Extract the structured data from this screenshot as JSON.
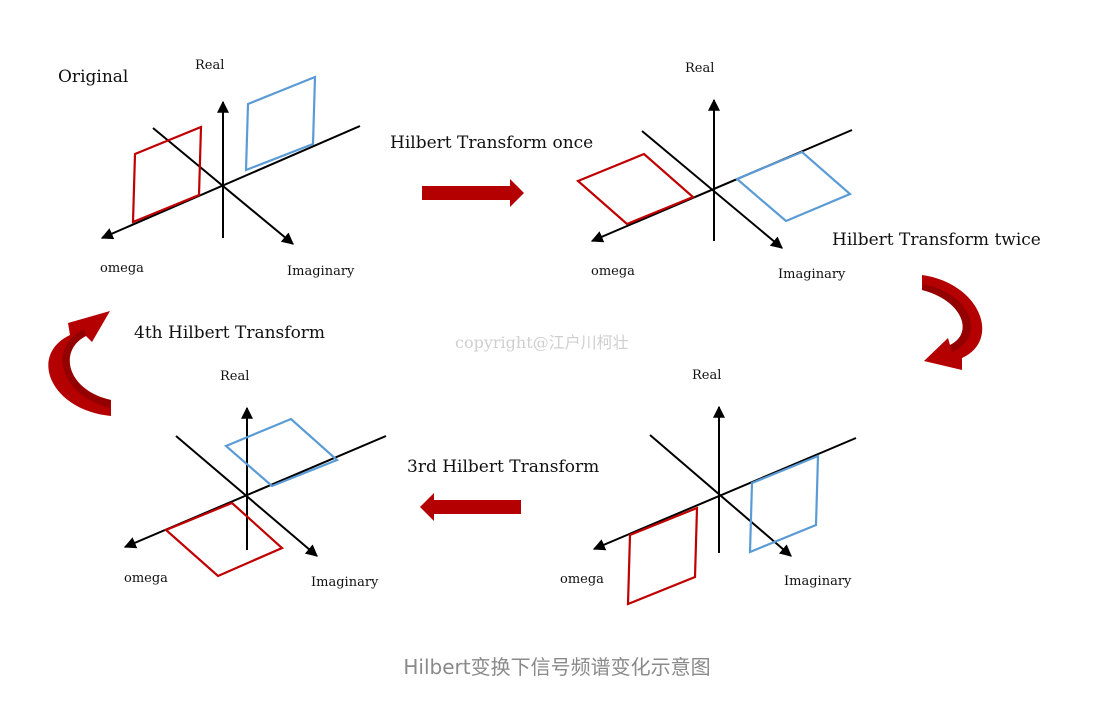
{
  "labels": {
    "original": "Original",
    "step1": "Hilbert Transform once",
    "step2": "Hilbert Transform twice",
    "step3": "3rd Hilbert Transform",
    "step4": "4th Hilbert Transform"
  },
  "axis_labels": {
    "real": "Real",
    "imaginary": "Imaginary",
    "omega": "omega"
  },
  "watermark": "copyright@江户川柯壮",
  "caption": "Hilbert变换下信号频谱变化示意图",
  "colors": {
    "positive_spectrum": "#5b9bd5",
    "negative_spectrum": "#c00000",
    "arrow": "#b40000",
    "axis": "#000000",
    "caption": "#8a8a8a",
    "watermark": "#cfcfcf"
  }
}
